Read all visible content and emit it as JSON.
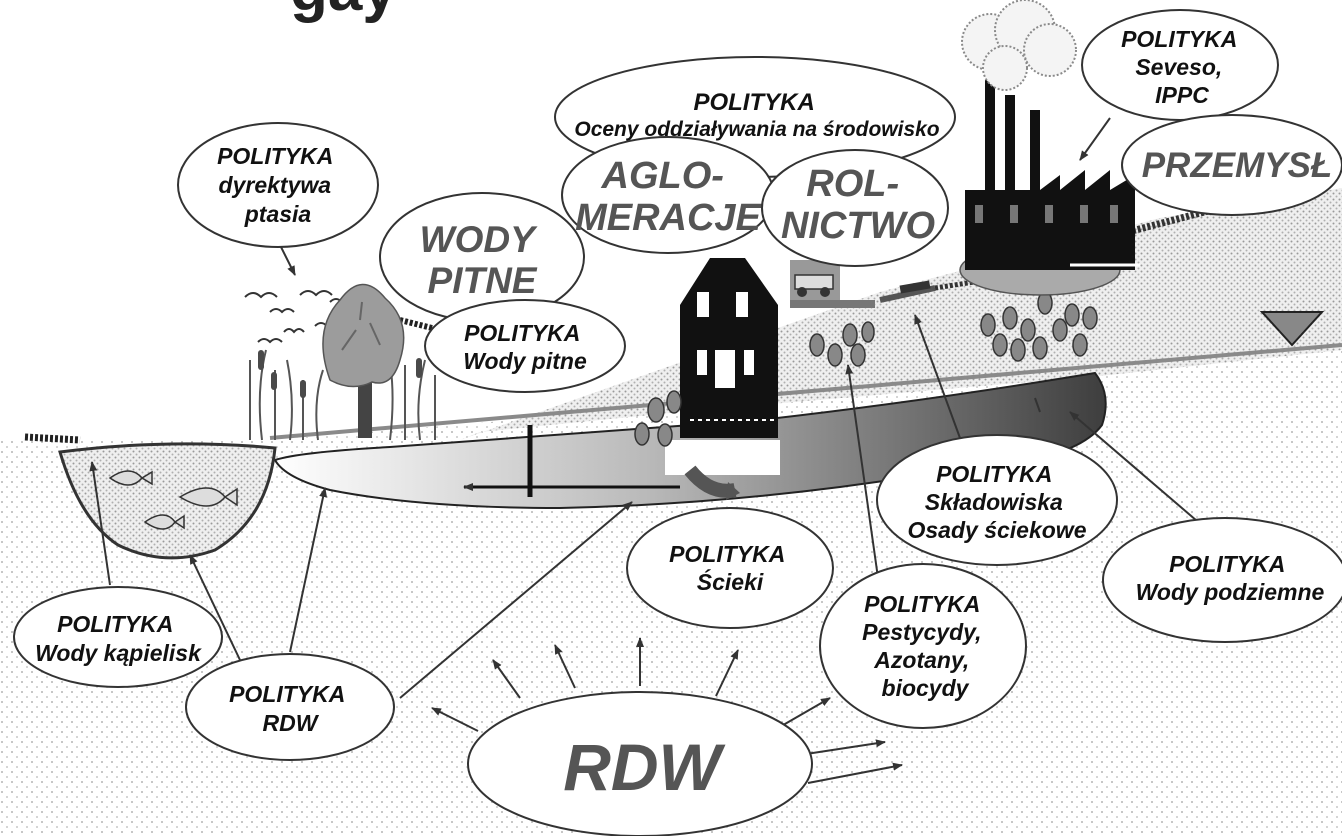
{
  "header_fragment": "gay",
  "labels": {
    "policy_seveso": [
      "POLITYKA",
      "Seveso,",
      "IPPC"
    ],
    "policy_eia": [
      "POLITYKA",
      "Oceny oddziaływania na środowisko"
    ],
    "industry": [
      "PRZEMYSŁ"
    ],
    "policy_birds": [
      "POLITYKA",
      "dyrektywa",
      "ptasia"
    ],
    "agglomerations": [
      "AGLO-",
      "MERACJE"
    ],
    "agriculture": [
      "ROL-",
      "NICTWO"
    ],
    "drinking_water": [
      "WODY",
      "PITNE"
    ],
    "policy_drinking": [
      "POLITYKA",
      "Wody pitne"
    ],
    "policy_landfills": [
      "POLITYKA",
      "Składowiska",
      "Osady ściekowe"
    ],
    "policy_sewage": [
      "POLITYKA",
      "Ścieki"
    ],
    "policy_groundwater": [
      "POLITYKA",
      "Wody podziemne"
    ],
    "policy_pesticides": [
      "POLITYKA",
      "Pestycydy,",
      "Azotany,",
      "biocydy"
    ],
    "policy_bathing": [
      "POLITYKA",
      "Wody kąpielisk"
    ],
    "policy_wfd": [
      "POLITYKA",
      "RDW"
    ],
    "wfd_center": [
      "RDW"
    ]
  }
}
